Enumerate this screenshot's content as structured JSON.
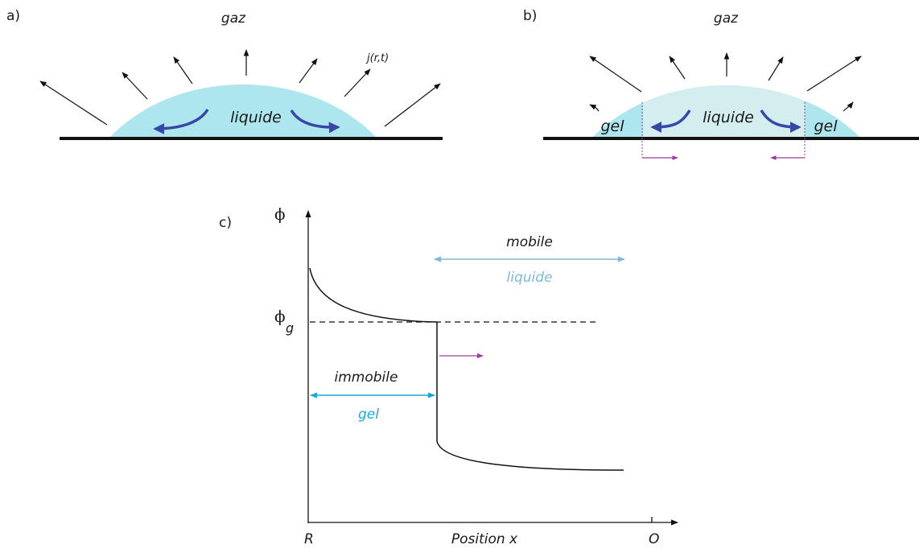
{
  "panel_a": {
    "label": "a)",
    "gas": "gaz",
    "liquid": "liquide",
    "flux": "j(r,t)"
  },
  "panel_b": {
    "label": "b)",
    "gas": "gaz",
    "liquid": "liquide",
    "gel_left": "gel",
    "gel_right": "gel"
  },
  "panel_c": {
    "label": "c)",
    "y_axis": "ϕ",
    "phi_g_main": "ϕ",
    "phi_g_sub": "g",
    "mobile": "mobile",
    "liquid": "liquide",
    "immobile": "immobile",
    "gel": "gel",
    "x_axis": "Position x",
    "x_left": "R",
    "x_right": "O"
  },
  "colors": {
    "drop_fill": "#aee6ee",
    "drop_center": "#d4eef0",
    "circulation_arrow": "#3747a8",
    "front_arrow": "#9b3c9c",
    "mobile_arrow": "#7fb8d4",
    "gel_arrow": "#1ea5d6"
  }
}
